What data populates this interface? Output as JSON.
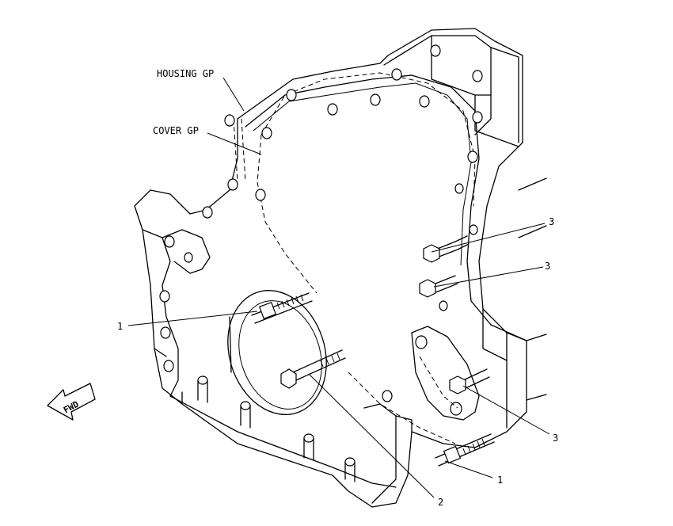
{
  "labels": {
    "housing": "HOUSING GP",
    "cover": "COVER GP",
    "fwd": "FWD"
  },
  "callouts": {
    "c1_left": "1",
    "c1_bottom": "1",
    "c2": "2",
    "c3_top": "3",
    "c3_mid": "3",
    "c3_bottom": "3"
  }
}
